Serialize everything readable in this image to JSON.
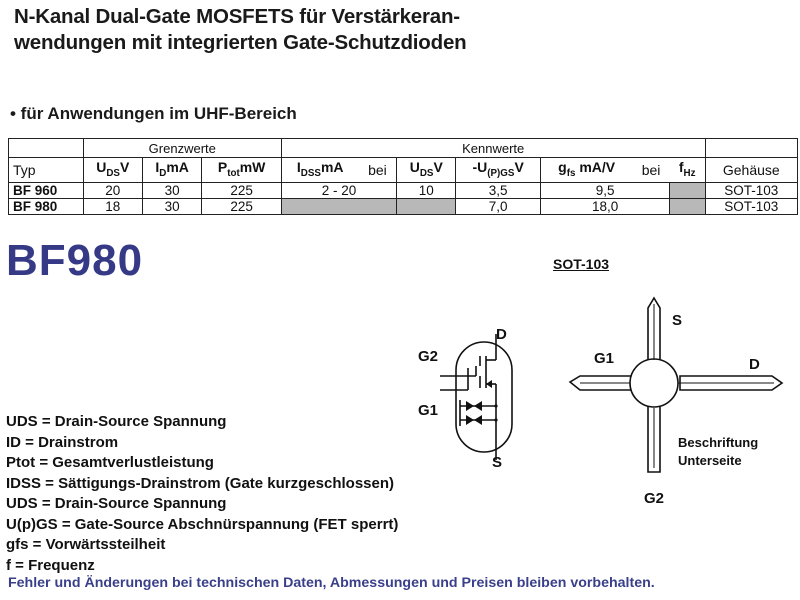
{
  "title_line1": "N-Kanal Dual-Gate MOSFETS für Verstärkeran-",
  "title_line2": "wendungen mit integrierten Gate-Schutzdioden",
  "subtitle": "• für Anwendungen im UHF-Bereich",
  "table": {
    "group_grenz": "Grenzwerte",
    "group_kenn": "Kennwerte",
    "h_typ": "Typ",
    "h_uds_main": "U",
    "h_uds_sub": "DS",
    "h_uds_unit": "V",
    "h_id_main": "I",
    "h_id_sub": "D",
    "h_id_unit": "mA",
    "h_ptot_main": "P",
    "h_ptot_sub": "tot",
    "h_ptot_unit": "mW",
    "h_idss_main": "I",
    "h_idss_sub": "DSS",
    "h_idss_unit": "mA",
    "h_bei1": "bei",
    "h_uds2_main": "U",
    "h_uds2_sub": "DS",
    "h_uds2_unit": "V",
    "h_up_main": "-U",
    "h_up_sub": "(P)GS",
    "h_up_unit": "V",
    "h_gfs_main": "g",
    "h_gfs_sub": "fs",
    "h_gfs_unit": " mA/V",
    "h_bei2": "bei",
    "h_f_main": "f",
    "h_f_sub": "Hz",
    "h_gehaeuse": "Gehäuse",
    "rows": [
      {
        "typ": "BF 960",
        "uds": "20",
        "id": "30",
        "ptot": "225",
        "idss": "2 - 20",
        "uds2": "10",
        "up": "3,5",
        "gfs": "9,5",
        "gehaeuse": "SOT-103"
      },
      {
        "typ": "BF 980",
        "uds": "18",
        "id": "30",
        "ptot": "225",
        "idss": "",
        "uds2": "",
        "up": "7,0",
        "gfs": "18,0",
        "gehaeuse": "SOT-103"
      }
    ]
  },
  "part_name": "BF980",
  "package_label": "SOT-103",
  "symbol_pins": {
    "d": "D",
    "g2": "G2",
    "g1": "G1",
    "s": "S"
  },
  "package_pins": {
    "s": "S",
    "g1": "G1",
    "d": "D",
    "g2": "G2"
  },
  "bottom_note_1": "Beschriftung",
  "bottom_note_2": "Unterseite",
  "legend": [
    "UDS = Drain-Source Spannung",
    "ID = Drainstrom",
    "Ptot = Gesamtverlustleistung",
    "IDSS = Sättigungs-Drainstrom (Gate kurzgeschlossen)",
    "UDS = Drain-Source Spannung",
    "U(p)GS = Gate-Source Abschnürspannung (FET sperrt)",
    "gfs = Vorwärtssteilheit",
    "f = Frequenz"
  ],
  "footer": "Fehler und Änderungen bei technischen Daten, Abmessungen und Preisen bleiben vorbehalten.",
  "colors": {
    "part_name": "#363a86",
    "footer": "#3a3f8a",
    "shade": "#b8b8b8"
  }
}
